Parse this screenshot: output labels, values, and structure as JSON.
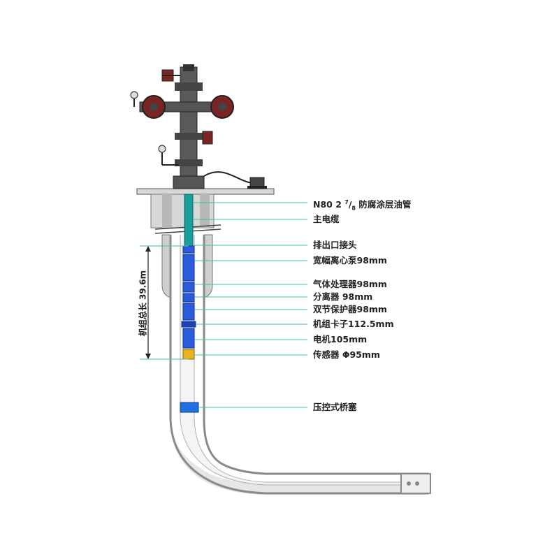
{
  "colors": {
    "leader_line": "#3fc1a4",
    "tubing": "#1a9f9a",
    "pump_blue": "#2a5bdc",
    "casing": "#9a9a9a",
    "cement": "#e7e7e7",
    "valve_red": "#8a2a2a",
    "sensor_yellow": "#e6b41c",
    "plug_blue": "#1f6fe0"
  },
  "labels": {
    "tubing_prefix": "N80 2",
    "tubing_frac_num": "7",
    "tubing_frac_den": "8",
    "tubing_suffix": "防腐涂层油管",
    "main_cable": "主电缆",
    "discharge_head": "排出口接头",
    "pump": "宽幅离心泵98mm",
    "gas_handler": "气体处理器98mm",
    "separator": "分离器 98mm",
    "protector": "双节保护器98mm",
    "clamp": "机组卡子112.5mm",
    "motor": "电机105mm",
    "sensor": "传感器 Φ95mm",
    "bridge_plug": "压控式桥塞"
  },
  "dimension": {
    "unit_length_label": "机组总长 39.6m"
  },
  "icons": [
    "wellhead-icon",
    "valve-handwheel-icon",
    "pressure-gauge-icon",
    "junction-box-icon"
  ]
}
